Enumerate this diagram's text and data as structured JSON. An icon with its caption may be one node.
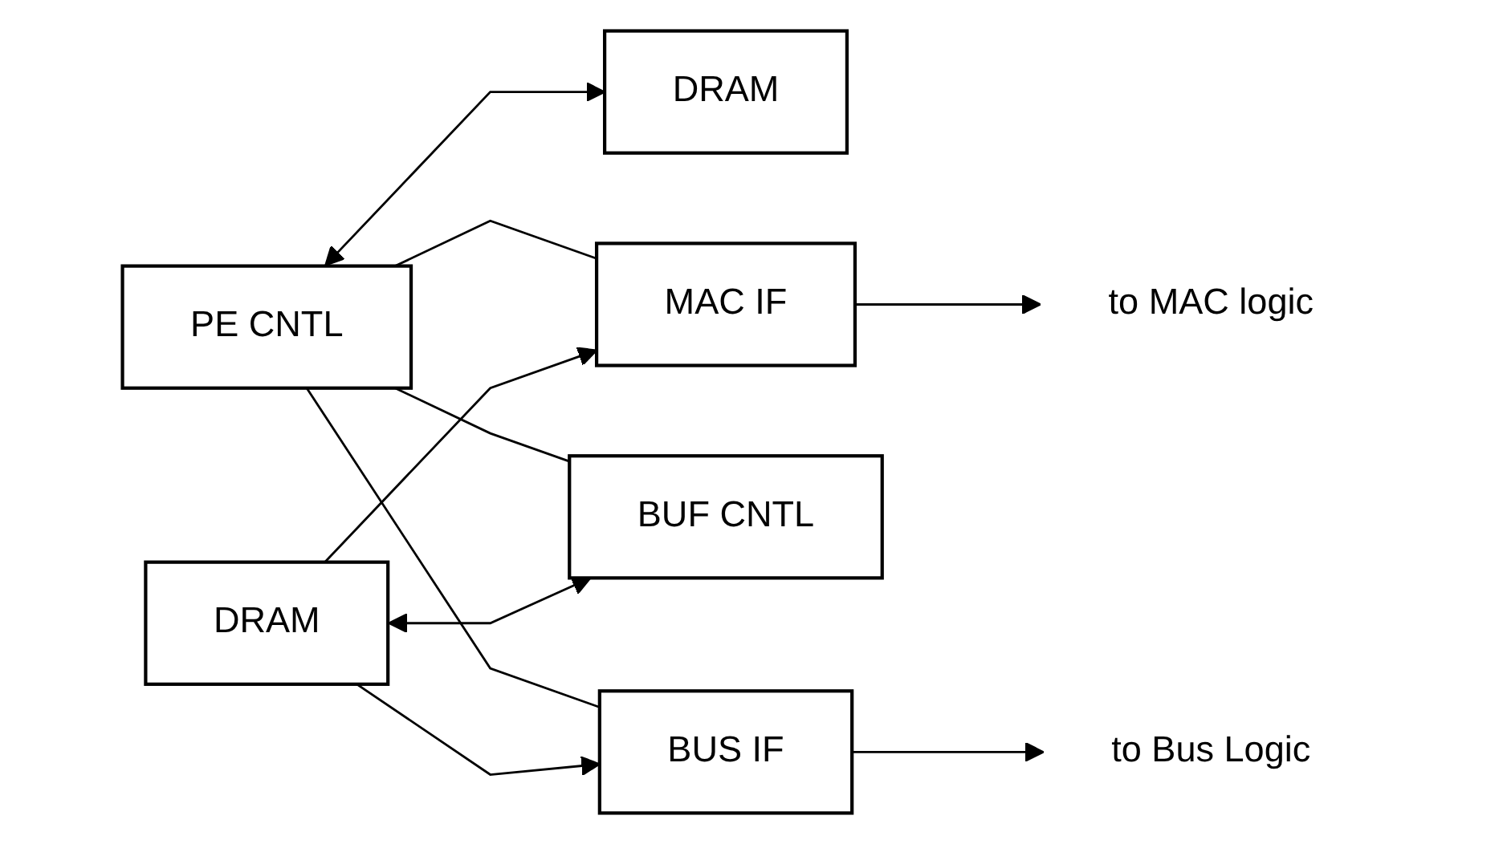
{
  "diagram": {
    "nodes": [
      {
        "text": [
          "PE CNTL"
        ]
      },
      {
        "text": [
          "DRAM"
        ]
      },
      {
        "text": [
          "MAC IF"
        ]
      },
      {
        "text": [
          "BUF CNTL"
        ]
      },
      {
        "text": [
          "BUS IF"
        ]
      },
      {
        "text": [
          "DRAM"
        ]
      },
      {
        "text": [
          "to MAC logic"
        ]
      },
      {
        "text": [
          "to Bus Logic"
        ]
      }
    ],
    "edges": [
      {
        "from": 0,
        "to": 2,
        "arrow": "none"
      },
      {
        "from": 0,
        "to": 3,
        "arrow": "none"
      },
      {
        "from": 0,
        "to": 4,
        "arrow": "none"
      },
      {
        "from": 0,
        "to": 1,
        "arrow": "both"
      },
      {
        "from": 5,
        "to": 2,
        "arrow": "to"
      },
      {
        "from": 5,
        "to": 3,
        "arrow": "both"
      },
      {
        "from": 5,
        "to": 4,
        "arrow": "to"
      },
      {
        "from": 2,
        "to": 6,
        "arrow": "to"
      },
      {
        "from": 4,
        "to": 7,
        "arrow": "to"
      }
    ]
  }
}
